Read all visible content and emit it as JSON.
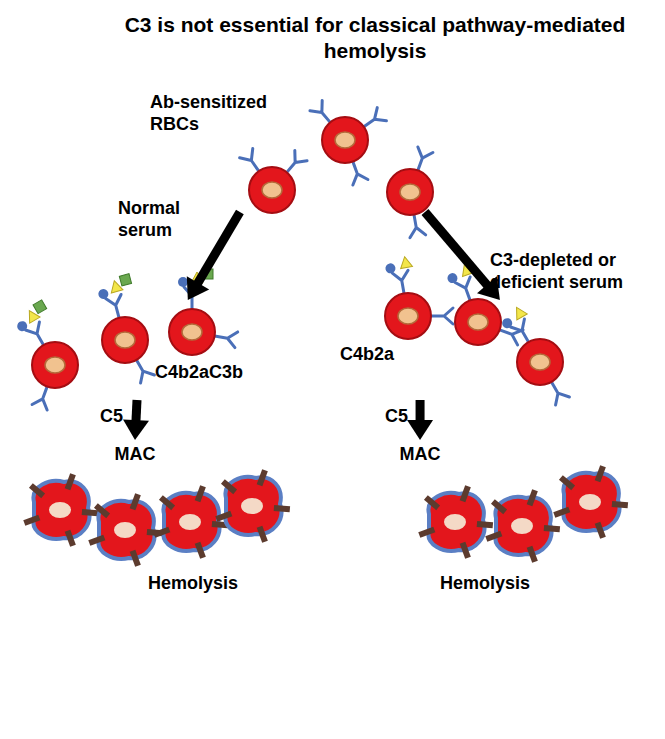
{
  "diagram": {
    "title": "C3 is not essential for classical pathway-mediated hemolysis",
    "nodes": [
      {
        "text": [
          "Ab-sensitized RBCs"
        ]
      },
      {
        "text": [
          "C4b2aC3b"
        ]
      },
      {
        "text": [
          "C4b2a"
        ]
      },
      {
        "text": [
          "Hemolysis"
        ]
      },
      {
        "text": [
          "Hemolysis"
        ]
      }
    ],
    "edges": [
      {
        "from": 0,
        "to": 1,
        "arrow": "to",
        "label": "Normal serum"
      },
      {
        "from": 0,
        "to": 2,
        "arrow": "to",
        "label": "C3-depleted or deficient serum"
      },
      {
        "from": 1,
        "to": 3,
        "arrow": "to",
        "label": "C5"
      },
      {
        "from": 2,
        "to": 4,
        "arrow": "to",
        "label": "C5"
      }
    ],
    "labels": [
      "MAC",
      "MAC"
    ]
  }
}
